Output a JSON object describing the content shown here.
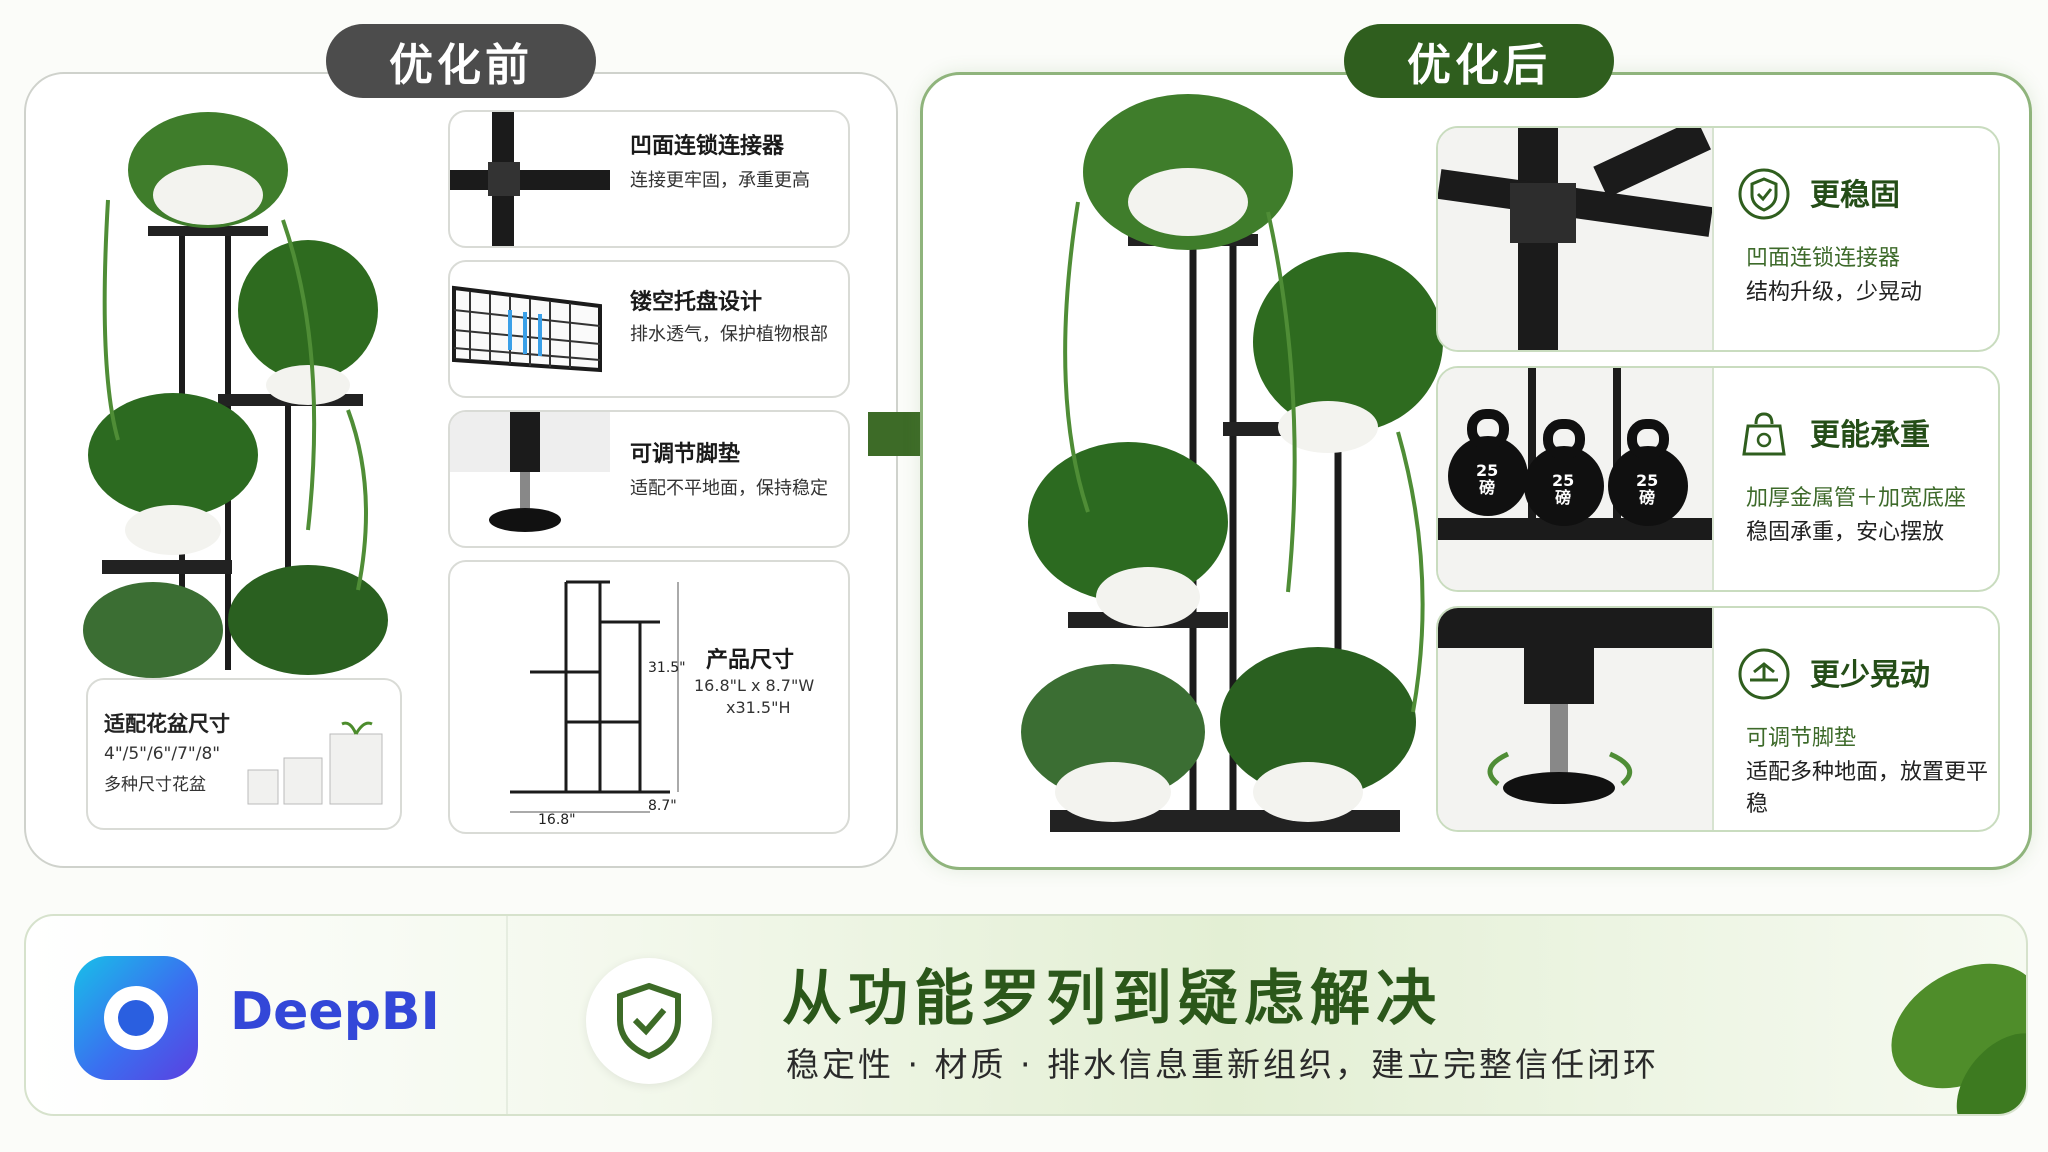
{
  "before": {
    "label": "优化前",
    "features": [
      {
        "title": "凹面连锁连接器",
        "desc": "连接更牢固，承重更高"
      },
      {
        "title": "镂空托盘设计",
        "desc": "排水透气，保护植物根部"
      },
      {
        "title": "可调节脚垫",
        "desc": "适配不平地面，保持稳定"
      },
      {
        "title": "产品尺寸",
        "desc_l1": "16.8\"L x 8.7\"W",
        "desc_l2": "x31.5\"H"
      }
    ],
    "dims": {
      "height": "31.5\"",
      "length": "16.8\"",
      "width": "8.7\""
    },
    "pot_card": {
      "title": "适配花盆尺寸",
      "line1": "4\"/5\"/6\"/7\"/8\"",
      "line2": "多种尺寸花盆"
    }
  },
  "after": {
    "label": "优化后",
    "cards": [
      {
        "icon": "shield-check-icon",
        "title": "更稳固",
        "line1": "凹面连锁连接器",
        "line2": "结构升级，少晃动"
      },
      {
        "icon": "weight-icon",
        "title": "更能承重",
        "line1": "加厚金属管＋加宽底座",
        "line2": "稳固承重，安心摆放",
        "weights": [
          "25\n磅",
          "25\n磅",
          "25\n磅"
        ]
      },
      {
        "icon": "level-arrows-icon",
        "title": "更少晃动",
        "line1": "可调节脚垫",
        "line2": "适配多种地面，放置更平稳"
      }
    ]
  },
  "banner": {
    "brand": "DeepBI",
    "headline": "从功能罗列到疑虑解决",
    "subline": "稳定性 · 材质 · 排水信息重新组织，建立完整信任闭环"
  },
  "colors": {
    "accent_green": "#2f5e1e",
    "arrow_green": "#3d6b27",
    "grey_pill": "#4c4c4c"
  }
}
